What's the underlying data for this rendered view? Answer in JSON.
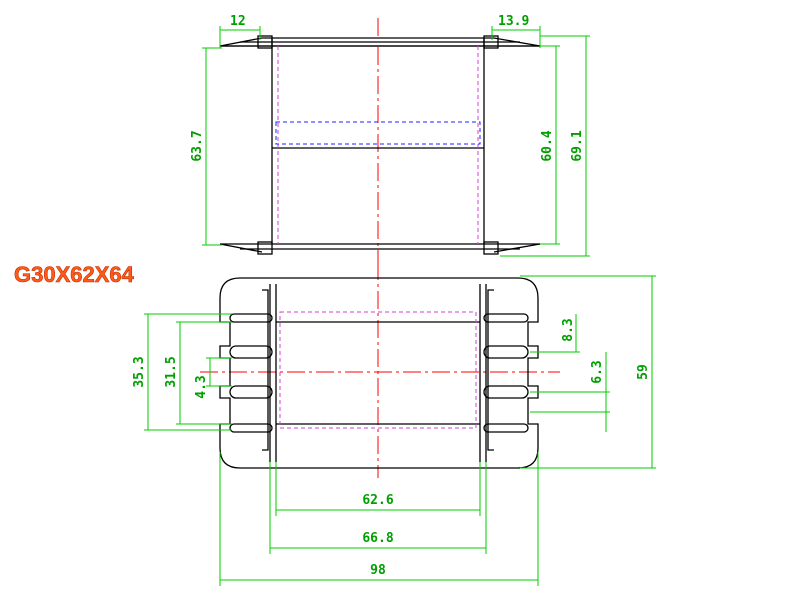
{
  "title": "G30X62X64",
  "colors": {
    "outline": "#000000",
    "dimension": "#00cc00",
    "centerline": "#ff0000",
    "hidden_line": "#d040d0",
    "hidden_line_blue": "#2020ff",
    "title": "#ff5a1a"
  },
  "front_view": {
    "dims": {
      "flange_left": "12",
      "flange_right": "13.9",
      "inner_height": "63.7",
      "window_height": "60.4",
      "overall_height": "69.1"
    }
  },
  "top_view": {
    "dims": {
      "slot_outer": "35.3",
      "slot_mid": "31.5",
      "slot_inner": "4.3",
      "pin_pitch": "8.3",
      "pin_gap": "6.3",
      "depth": "59",
      "core_width": "62.6",
      "flange_width": "66.8",
      "overall_width": "98"
    }
  }
}
